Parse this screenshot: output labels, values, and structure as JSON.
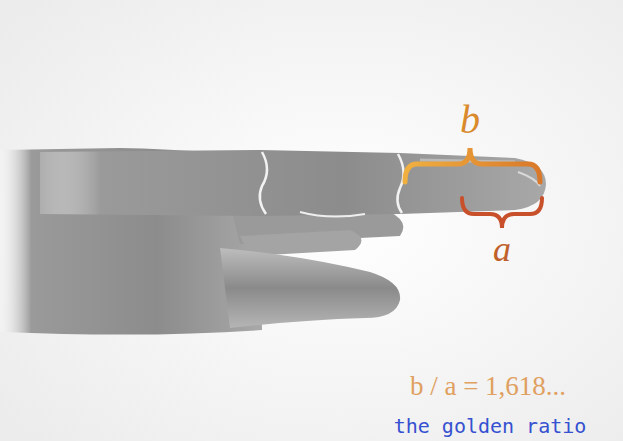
{
  "diagram": {
    "labels": [
      "b",
      "a",
      "b / a = 1,618...",
      "the golden ratio"
    ]
  }
}
